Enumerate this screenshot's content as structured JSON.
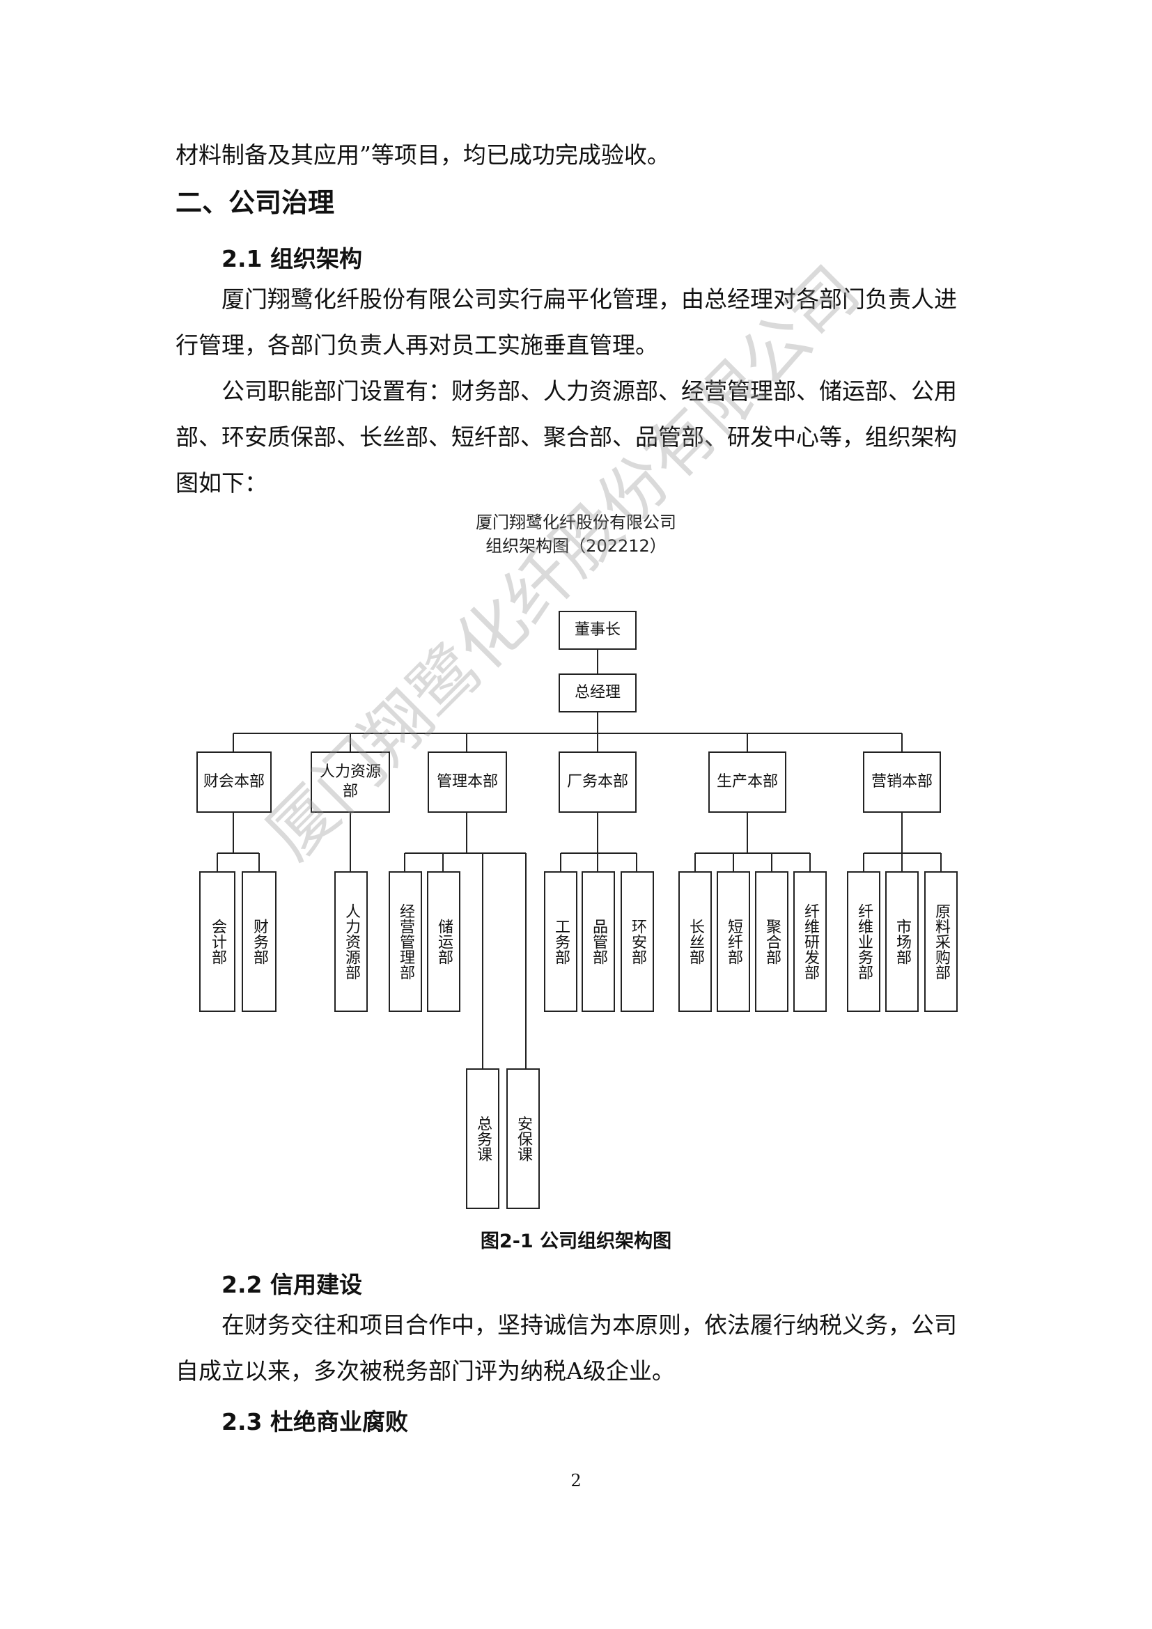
{
  "document": {
    "continued_paragraph": "材料制备及其应用”等项目，均已成功完成验收。",
    "section_heading": "二、公司治理",
    "sub_2_1": "2.1 组织架构",
    "para_1": "厦门翔鹭化纤股份有限公司实行扁平化管理，由总经理对各部门负责人进行管理，各部门负责人再对员工实施垂直管理。",
    "para_2": "公司职能部门设置有：财务部、人力资源部、经营管理部、储运部、公用部、环安质保部、长丝部、短纤部、聚合部、品管部、研发中心等，组织架构图如下：",
    "figure_caption": "图2-1 公司组织架构图",
    "sub_2_2": "2.2 信用建设",
    "para_3": "在财务交往和项目合作中，坚持诚信为本原则，依法履行纳税义务，公司自成立以来，多次被税务部门评为纳税A级企业。",
    "sub_2_3": "2.3 杜绝商业腐败",
    "page_number": "2",
    "watermark": "厦门翔鹭化纤股份有限公司"
  },
  "org_chart": {
    "title_line1": "厦门翔鹭化纤股份有限公司",
    "title_line2": "组织架构图（202212）",
    "chairman": "董事长",
    "general_manager": "总经理",
    "divisions": [
      {
        "label": "财会本部",
        "units": [
          "会计部",
          "财务部"
        ]
      },
      {
        "label": "人力资源部",
        "units": [
          "人力资源部"
        ]
      },
      {
        "label": "管理本部",
        "units": [
          "经营管理部",
          "储运部"
        ],
        "sub_units": [
          "总务课",
          "安保课"
        ]
      },
      {
        "label": "厂务本部",
        "units": [
          "工务部",
          "品管部",
          "环安部"
        ]
      },
      {
        "label": "生产本部",
        "units": [
          "长丝部",
          "短纤部",
          "聚合部",
          "纤维研发部"
        ]
      },
      {
        "label": "营销本部",
        "units": [
          "纤维业务部",
          "市场部",
          "原料采购部"
        ]
      }
    ]
  }
}
